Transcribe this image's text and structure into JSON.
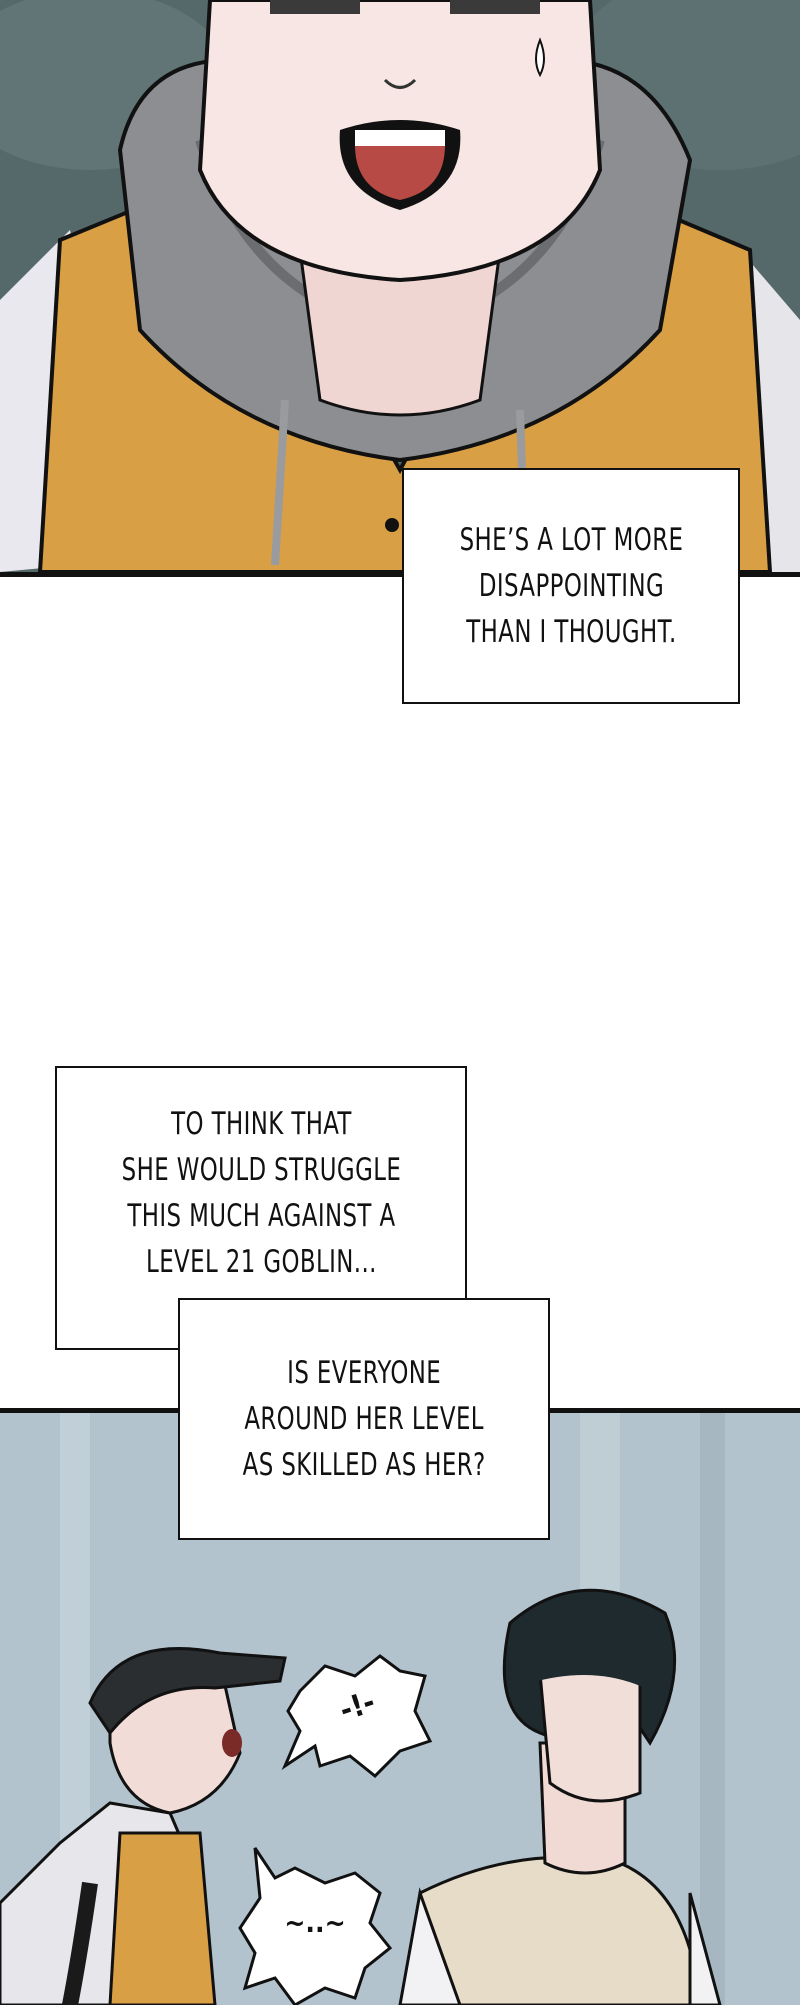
{
  "captions": {
    "disappointing": [
      "SHE’S A LOT MORE",
      "DISAPPOINTING",
      "THAN I THOUGHT."
    ],
    "struggle": [
      "TO THINK THAT",
      "SHE WOULD STRUGGLE",
      "THIS MUCH AGAINST A",
      "LEVEL 21 GOBLIN..."
    ],
    "skilled": [
      "IS EVERYONE",
      "AROUND HER LEVEL",
      "AS SKILLED AS HER?"
    ]
  },
  "bubbles": {
    "upper": "-!-",
    "lower": "~..~"
  },
  "colors": {
    "vest_orange": "#d89f45",
    "hoodie_gray": "#8d8e91",
    "sweater_vest": "#e6dcc8",
    "hair_dark": "#1f2a2e"
  }
}
